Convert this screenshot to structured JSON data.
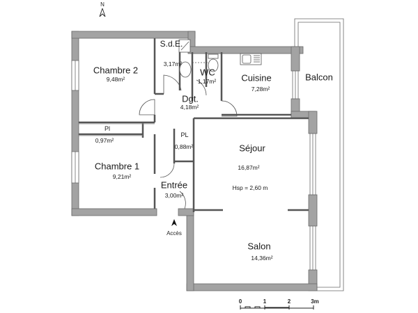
{
  "compass": {
    "label": "N",
    "icon": "north-arrow-icon"
  },
  "rooms": {
    "chambre2": {
      "name": "Chambre 2",
      "area": "9,48m²"
    },
    "sde": {
      "name": "S.d.E.",
      "area": "3,17m²"
    },
    "wc": {
      "name": "WC",
      "area": "1,17m²"
    },
    "cuisine": {
      "name": "Cuisine",
      "area": "7,28m²"
    },
    "balcon": {
      "name": "Balcon"
    },
    "dgt": {
      "name": "Dgt.",
      "area": "4,18m²"
    },
    "pl1": {
      "name": "Pl",
      "area": "0,97m²"
    },
    "pl2": {
      "name": "PL",
      "area": "0,88m²"
    },
    "chambre1": {
      "name": "Chambre 1",
      "area": "9,21m²"
    },
    "entree": {
      "name": "Entrée",
      "area": "3,00m²"
    },
    "sejour": {
      "name": "Séjour",
      "area": "16,87m²",
      "height_note": "Hsp = 2,60 m"
    },
    "salon": {
      "name": "Salon",
      "area": "14,36m²"
    }
  },
  "access": {
    "label": "Accès",
    "icon": "entry-arrow-icon"
  },
  "scale_bar": {
    "ticks": [
      "0",
      "1",
      "2",
      "3m"
    ]
  },
  "colors": {
    "wall_fill": "#a3a3a3",
    "wall_stroke": "#6a6a6a",
    "line": "#555555",
    "background": "#ffffff"
  }
}
